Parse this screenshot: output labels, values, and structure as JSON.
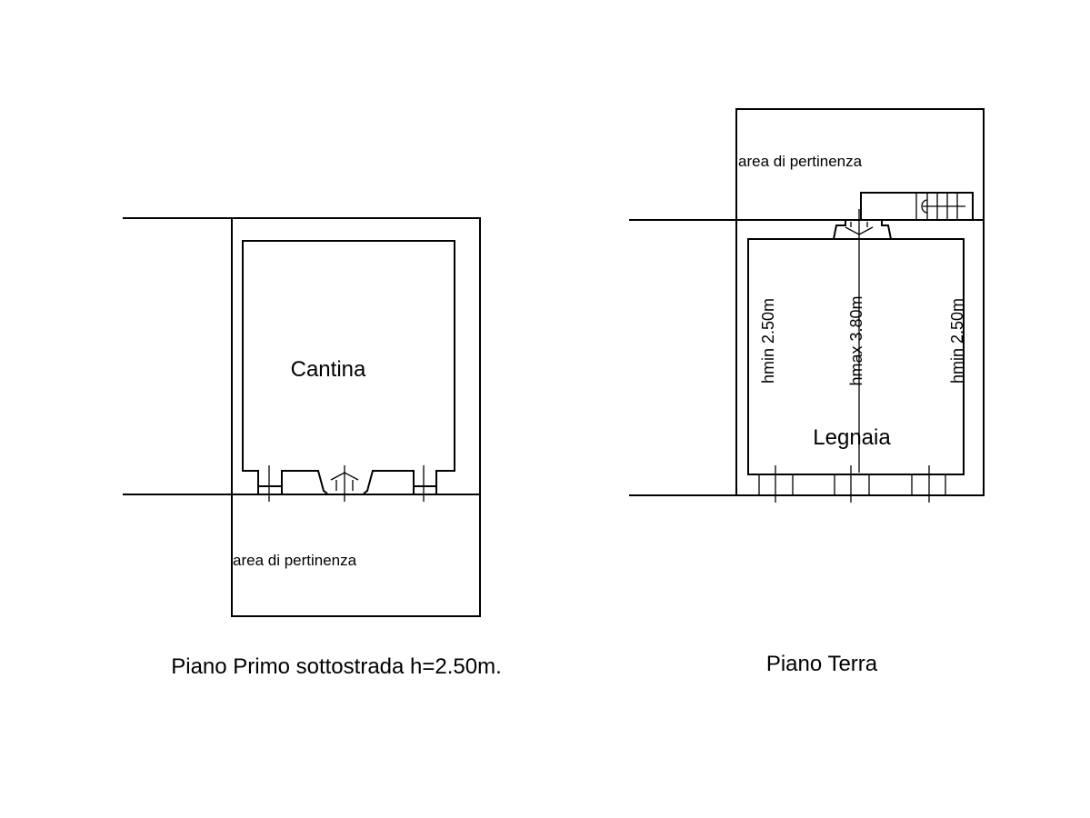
{
  "left_plan": {
    "room_label": "Cantina",
    "area_label": "area di pertinenza",
    "caption": "Piano Primo sottostrada h=2.50m."
  },
  "right_plan": {
    "room_label": "Legnaia",
    "area_label": "area di pertinenza",
    "caption": "Piano Terra",
    "heights": [
      "hmin 2.50m",
      "hmax 3.80m",
      "hmin 2.50m"
    ]
  }
}
